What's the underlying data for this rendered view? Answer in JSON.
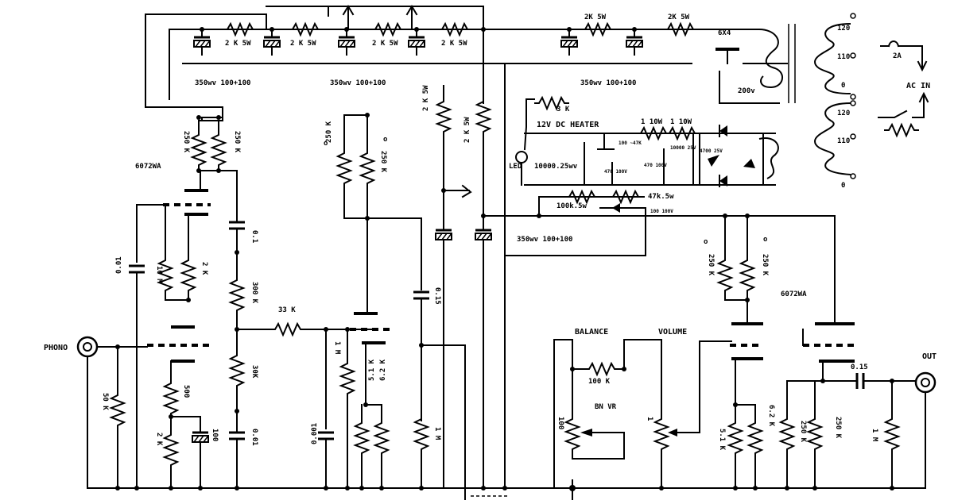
{
  "labels": {
    "r_2k5w_1": "2 K 5W",
    "r_2k5w_2": "2 K 5W",
    "r_2k5w_3": "2 K 5W",
    "r_2k5w_4": "2 K 5W",
    "r_2k5w_v1": "2 K 5W",
    "r_2k5w_v2": "2 K 5W",
    "cap_350_1": "350wv 100+100",
    "cap_350_2": "350wv 100+100",
    "cap_350_3": "350wv 100+100",
    "cap_350_4": "350wv 100+100",
    "r_top_a": "2K 5W",
    "r_top_b": "2K 5W",
    "rect_6x4": "6X4",
    "v200": "200v",
    "t120a": "120",
    "t110a": "110",
    "t0a": "0",
    "t120b": "120",
    "t110b": "110",
    "t0b": "0",
    "fuse": "2A",
    "acin": "AC IN",
    "r_3k": "3 K",
    "heater": "12V DC HEATER",
    "r_10w_a": "1 10W",
    "r_10w_b": "1 10W",
    "c_10000": "10000.25wv",
    "led": "LED",
    "small1": "470 100V",
    "small2": "470 100V",
    "small3": "10000 25V",
    "small4": "4700 25V",
    "small5": "100 ~47K",
    "r_100k5w": "100k.5w",
    "r_47k5w": "47k.5w",
    "d_small": "100 100V",
    "tube_l": "6072WA",
    "tube_r": "6072WA",
    "r_250k_a": "250 K",
    "r_250k_b": "250 K",
    "c_001a": "0.01",
    "r_10m": "10 M",
    "r_2k_a": "2 K",
    "c_01": "0.1",
    "r_300k": "300 K",
    "r_33k": "33 K",
    "r_30k": "30K",
    "c_001b": "0.01",
    "r_500": "500",
    "r_2k_b": "2 K",
    "c_100": "100",
    "r_50k": "50 K",
    "phono": "PHONO",
    "r_250k_c": "250 K",
    "r_250k_d": "250 K",
    "r_1m_a": "1 M",
    "c_0001": "0.001",
    "r_51k": "5.1 K",
    "r_62k": "6.2 K",
    "c_015a": "0.15",
    "r_1m_b": "1 M",
    "balance": "BALANCE",
    "volume": "VOLUME",
    "r_100k": "100 K",
    "bal_vr": "BN VR",
    "r_100_bal": "100",
    "r_100_vol": "1",
    "r_250k_e": "250 K",
    "r_250k_f": "250 K",
    "r_51k_b": "5.1 K",
    "r_62k_b": "6.2 K",
    "r_250k_g": "250 K",
    "r_250k_h": "250 K",
    "c_015b": "0.15",
    "r_1m_c": "1 M",
    "out": "OUT",
    "o1": "o",
    "o2": "o",
    "o3": "o",
    "o4": "o"
  }
}
